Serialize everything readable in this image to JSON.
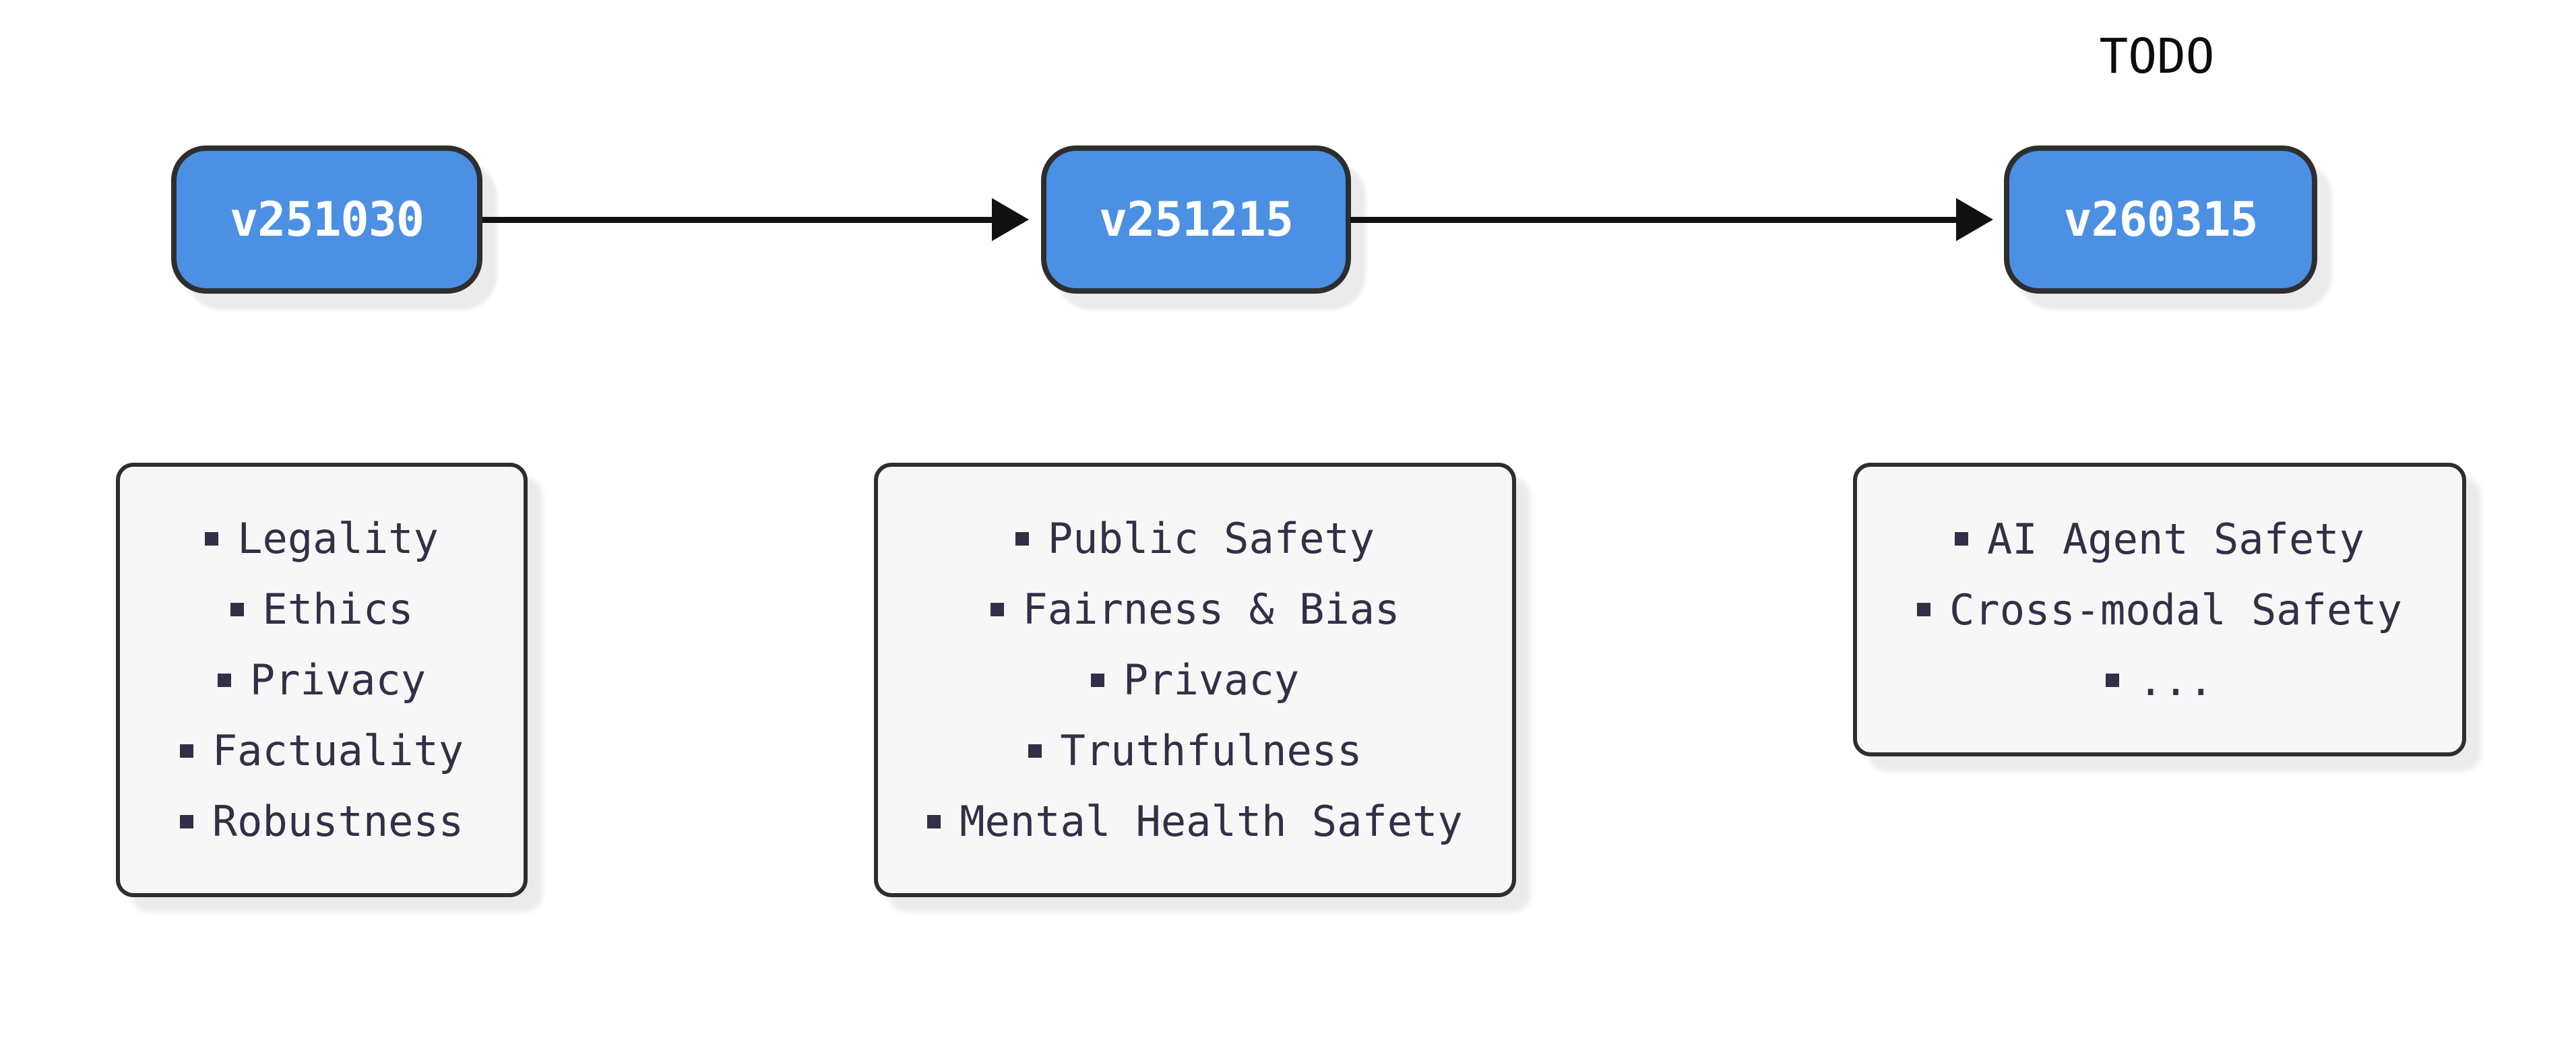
{
  "annotation": {
    "text": "TODO"
  },
  "nodes": [
    {
      "label": "v251030",
      "categories": [
        "Legality",
        "Ethics",
        "Privacy",
        "Factuality",
        "Robustness"
      ]
    },
    {
      "label": "v251215",
      "categories": [
        "Public Safety",
        "Fairness & Bias",
        "Privacy",
        "Truthfulness",
        "Mental Health Safety"
      ]
    },
    {
      "label": "v260315",
      "categories": [
        "AI Agent Safety",
        "Cross-modal Safety",
        "..."
      ]
    }
  ],
  "edges": [
    {
      "from": "v251030",
      "to": "v251215"
    },
    {
      "from": "v251215",
      "to": "v260315"
    }
  ],
  "colors": {
    "background": "#ffffff",
    "node_fill": "#4b90e2",
    "node_border": "#2e2e2e",
    "node_text": "#ffffff",
    "box_fill": "#f7f7f7",
    "box_border": "#2e2e2e",
    "box_text": "#332f47",
    "arrow": "#111111",
    "annotation_text": "#0d0d0d"
  }
}
